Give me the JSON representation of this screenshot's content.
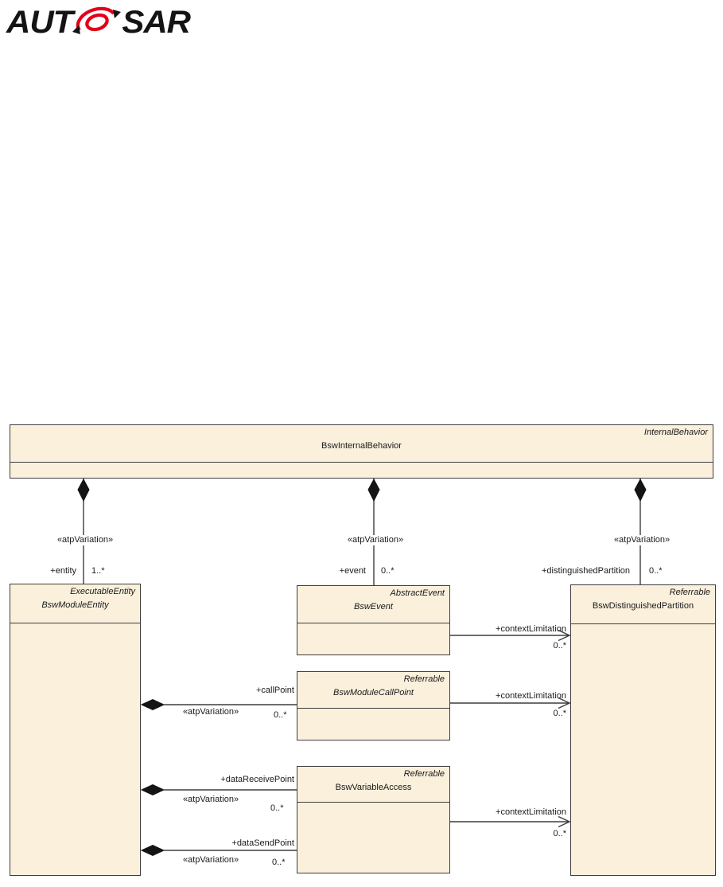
{
  "logo": {
    "left": "AUT",
    "right": "SAR",
    "swirl_color": "#e2001a",
    "text_color": "#141414"
  },
  "diagram": {
    "colors": {
      "class_fill": "#faf0dc",
      "class_border": "#3d3d3d",
      "connector": "#3d3d3d"
    },
    "stereotype_label": "«atpVariation»",
    "classes": {
      "bsw_internal_behavior": {
        "stereotype": "InternalBehavior",
        "name": "BswInternalBehavior"
      },
      "bsw_module_entity": {
        "stereotype": "ExecutableEntity",
        "name": "BswModuleEntity"
      },
      "bsw_event": {
        "stereotype": "AbstractEvent",
        "name": "BswEvent"
      },
      "bsw_module_call_point": {
        "stereotype": "Referrable",
        "name": "BswModuleCallPoint"
      },
      "bsw_variable_access": {
        "stereotype": "Referrable",
        "name": "BswVariableAccess"
      },
      "bsw_distinguished_partition": {
        "stereotype": "Referrable",
        "name": "BswDistinguishedPartition"
      }
    },
    "associations": {
      "entity": {
        "role": "+entity",
        "multiplicity": "1..*"
      },
      "event": {
        "role": "+event",
        "multiplicity": "0..*"
      },
      "distinguished_partition": {
        "role": "+distinguishedPartition",
        "multiplicity": "0..*"
      },
      "call_point": {
        "role": "+callPoint",
        "multiplicity": "0..*"
      },
      "data_receive_point": {
        "role": "+dataReceivePoint",
        "multiplicity": "0..*"
      },
      "data_send_point": {
        "role": "+dataSendPoint",
        "multiplicity": "0..*"
      },
      "context_limitation": {
        "role": "+contextLimitation",
        "multiplicity": "0..*"
      }
    }
  }
}
